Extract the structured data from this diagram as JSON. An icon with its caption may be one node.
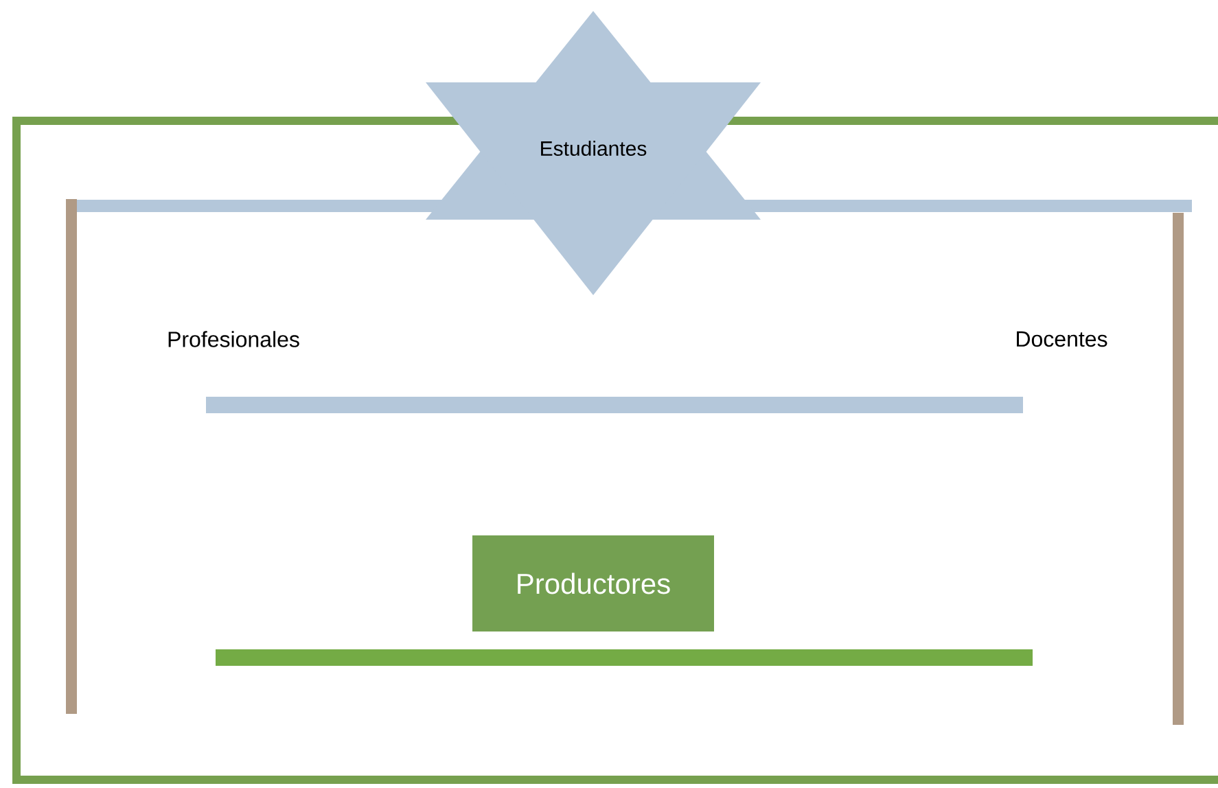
{
  "diagram": {
    "nodes": [
      {
        "text": [
          "Estudiantes"
        ]
      },
      {
        "text": [
          "Profesionales"
        ]
      },
      {
        "text": [
          "Docentes"
        ]
      },
      {
        "text": [
          "Productores"
        ]
      }
    ]
  }
}
